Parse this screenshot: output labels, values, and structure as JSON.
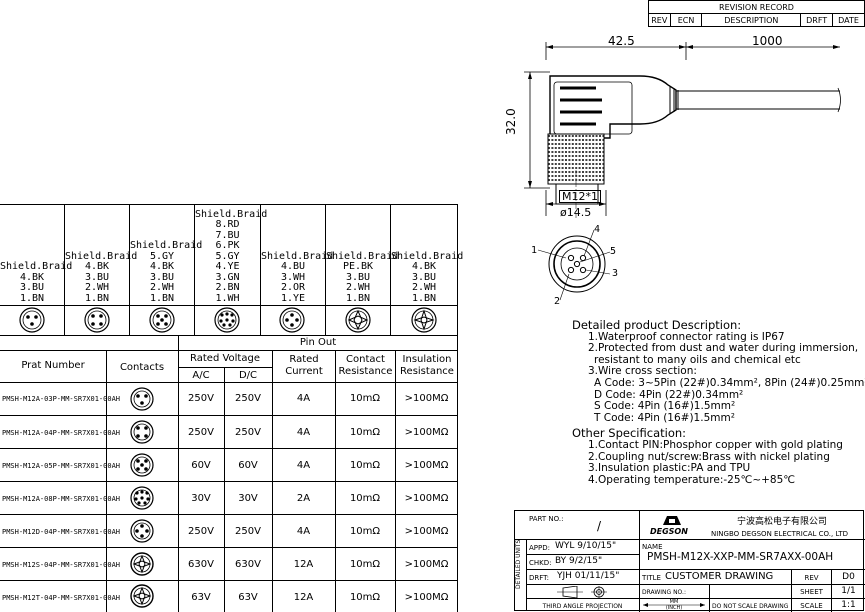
{
  "revision": {
    "title": "REVISION RECORD",
    "columns": [
      "REV",
      "ECN",
      "DESCRIPTION",
      "DRFT",
      "DATE"
    ]
  },
  "drawing": {
    "dim_grip_length": "42.5",
    "dim_cable_length": "1000",
    "dim_height": "32.0",
    "dim_thread": "M12*1",
    "dim_diameter": "ø14.5",
    "pins": [
      "1",
      "2",
      "3",
      "4",
      "5"
    ]
  },
  "pinout": {
    "columns": [
      [
        "Shield.Braid",
        "4.BK",
        "3.BU",
        "1.BN"
      ],
      [
        "Shield.Braid",
        "4.BK",
        "3.BU",
        "2.WH",
        "1.BN"
      ],
      [
        "Shield.Braid",
        "5.GY",
        "4.BK",
        "3.BU",
        "2.WH",
        "1.BN"
      ],
      [
        "Shield.Braid",
        "8.RD",
        "7.BU",
        "6.PK",
        "5.GY",
        "4.YE",
        "3.GN",
        "2.BN",
        "1.WH"
      ],
      [
        "Shield.Braid",
        "4.BU",
        "3.WH",
        "2.OR",
        "1.YE"
      ],
      [
        "Shield.Braid",
        "PE.BK",
        "3.BU",
        "2.WH",
        "1.BN"
      ],
      [
        "Shield.Braid",
        "4.BK",
        "3.BU",
        "2.WH",
        "1.BN"
      ]
    ],
    "label": "Pin Out"
  },
  "parts_table": {
    "headers": {
      "part_number": "Prat Number",
      "contacts": "Contacts",
      "rated_voltage": "Rated Voltage",
      "ac": "A/C",
      "dc": "D/C",
      "rated_current": "Rated Current",
      "contact_resistance": "Contact Resistance",
      "insulation_resistance": "Insulation Resistance"
    },
    "rows": [
      {
        "part": "PMSH-M12A-03P-MM-SR7X01-00AH",
        "ac": "250V",
        "dc": "250V",
        "current": "4A",
        "contact": "10mΩ",
        "insulation": ">100MΩ"
      },
      {
        "part": "PMSH-M12A-04P-MM-SR7X01-00AH",
        "ac": "250V",
        "dc": "250V",
        "current": "4A",
        "contact": "10mΩ",
        "insulation": ">100MΩ"
      },
      {
        "part": "PMSH-M12A-05P-MM-SR7X01-00AH",
        "ac": "60V",
        "dc": "60V",
        "current": "4A",
        "contact": "10mΩ",
        "insulation": ">100MΩ"
      },
      {
        "part": "PMSH-M12A-08P-MM-SR7X01-00AH",
        "ac": "30V",
        "dc": "30V",
        "current": "2A",
        "contact": "10mΩ",
        "insulation": ">100MΩ"
      },
      {
        "part": "PMSH-M12D-04P-MM-SR7X01-00AH",
        "ac": "250V",
        "dc": "250V",
        "current": "4A",
        "contact": "10mΩ",
        "insulation": ">100MΩ"
      },
      {
        "part": "PMSH-M12S-04P-MM-SR7X01-00AH",
        "ac": "630V",
        "dc": "630V",
        "current": "12A",
        "contact": "10mΩ",
        "insulation": ">100MΩ"
      },
      {
        "part": "PMSH-M12T-04P-MM-SR7X01-00AH",
        "ac": "63V",
        "dc": "63V",
        "current": "12A",
        "contact": "10mΩ",
        "insulation": ">100MΩ"
      }
    ]
  },
  "description": {
    "heading": "Detailed product Description:",
    "lines": [
      "1.Waterproof connector rating is IP67",
      "2.Protected from dust and water during immersion,",
      "resistant to many oils and chemical etc",
      "3.Wire cross section:",
      "A Code: 3~5Pin (22#)0.34mm²,   8Pin (24#)0.25mm²",
      "D Code: 4Pin (22#)0.34mm²",
      "S Code: 4Pin (16#)1.5mm²",
      "T Code: 4Pin (16#)1.5mm²"
    ],
    "other_heading": "Other Specification:",
    "other_lines": [
      "1.Contact PIN:Phosphor copper with gold plating",
      "2.Coupling nut/screw:Brass with nickel plating",
      "3.Insulation plastic:PA and TPU",
      "4.Operating temperature:-25℃~+85℃"
    ]
  },
  "title_block": {
    "part_no_label": "PART NO.:",
    "part_no_value": "/",
    "company_cn": "宁波高松电子有限公司",
    "company_en": "NINGBO DEGSON ELECTRICAL CO., LTD",
    "logo": "DEGSON",
    "name_label": "NAME",
    "name_value": "PMSH-M12X-XXP-MM-SR7AXX-00AH",
    "side_label": "DETAILED UNITS",
    "appd_label": "APPD:",
    "appd_value": "WYL 9/10/15\"",
    "chkd_label": "CHKD:",
    "chkd_value": "BY 9/2/15\"",
    "drft_label": "DRFT:",
    "drft_value": "YJH 01/11/15\"",
    "title_label": "TITLE",
    "title_value": "CUSTOMER DRAWING",
    "rev_label": "REV",
    "rev_value": "D0",
    "drawing_no_label": "DRAWING NO.:",
    "sheet_label": "SHEET",
    "sheet_value": "1/1",
    "projection": "THIRD ANGLE PROJECTION",
    "unit_mm": "MM",
    "unit_inch": "(INCH)",
    "no_scale": "DO NOT SCALE DRAWING",
    "scale_label": "SCALE",
    "scale_value": "1:1"
  }
}
